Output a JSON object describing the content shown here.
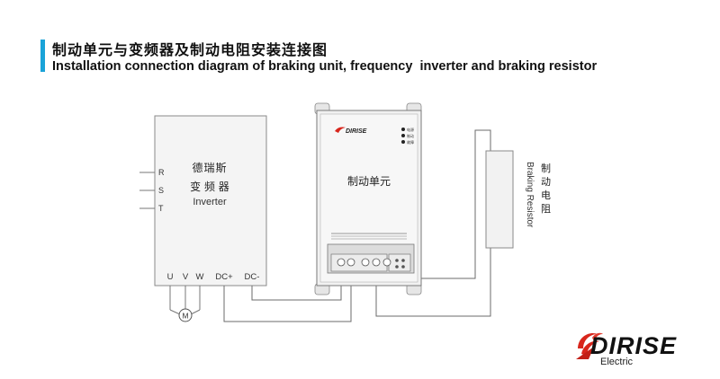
{
  "title": {
    "cn": "制动单元与变频器及制动电阻安装连接图",
    "en": "Installation connection diagram of braking unit, frequency  inverter and braking resistor"
  },
  "inverter": {
    "name_cn": "德瑞斯",
    "name_cn2": "变 频 器",
    "name_en": "Inverter",
    "inputs": [
      "R",
      "S",
      "T"
    ],
    "outputs": [
      "U",
      "V",
      "W",
      "DC+",
      "DC-"
    ],
    "motor": "M"
  },
  "braking_unit": {
    "label_cn": "制动单元",
    "logo": "DIRISE",
    "indicators": [
      "电源",
      "制动",
      "故障"
    ]
  },
  "resistor": {
    "label_cn": "制动电阻",
    "label_en": "Braking Resistor"
  },
  "brand": {
    "name": "DIRISE",
    "sub": "Electric"
  },
  "colors": {
    "accent": "#1aa3d8",
    "brand_red": "#d8261c",
    "line": "#6b6b6b",
    "panel": "#f4f4f4"
  }
}
